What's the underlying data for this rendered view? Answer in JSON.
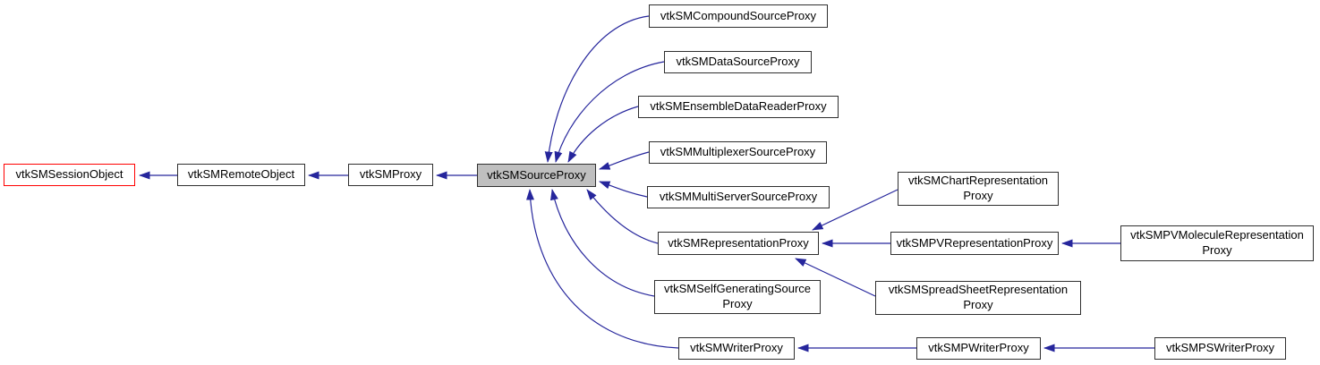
{
  "diagram": {
    "kind": "class-inheritance-graph",
    "focus_class": "vtkSMSourceProxy",
    "colors": {
      "background": "#ffffff",
      "edge": "#26269c",
      "node_border": "#2f2f2f",
      "node_fill": "#ffffff",
      "focus_node_fill": "#bfbfbf",
      "alert_node_border": "#ff0000",
      "text": "#000000"
    },
    "nodes": [
      {
        "id": "vtkSMSessionObject",
        "label": "vtkSMSessionObject",
        "style": "external"
      },
      {
        "id": "vtkSMRemoteObject",
        "label": "vtkSMRemoteObject",
        "style": "normal"
      },
      {
        "id": "vtkSMProxy",
        "label": "vtkSMProxy",
        "style": "normal"
      },
      {
        "id": "vtkSMSourceProxy",
        "label": "vtkSMSourceProxy",
        "style": "highlighted"
      },
      {
        "id": "vtkSMCompoundSourceProxy",
        "label": "vtkSMCompoundSourceProxy",
        "style": "normal"
      },
      {
        "id": "vtkSMDataSourceProxy",
        "label": "vtkSMDataSourceProxy",
        "style": "normal"
      },
      {
        "id": "vtkSMEnsembleDataReaderProxy",
        "label": "vtkSMEnsembleDataReaderProxy",
        "style": "normal"
      },
      {
        "id": "vtkSMMultiplexerSourceProxy",
        "label": "vtkSMMultiplexerSourceProxy",
        "style": "normal"
      },
      {
        "id": "vtkSMMultiServerSourceProxy",
        "label": "vtkSMMultiServerSourceProxy",
        "style": "normal"
      },
      {
        "id": "vtkSMRepresentationProxy",
        "label": "vtkSMRepresentationProxy",
        "style": "normal"
      },
      {
        "id": "vtkSMSelfGeneratingSourceProxy",
        "label": "vtkSMSelfGeneratingSource\nProxy",
        "style": "normal"
      },
      {
        "id": "vtkSMWriterProxy",
        "label": "vtkSMWriterProxy",
        "style": "normal"
      },
      {
        "id": "vtkSMChartRepresentationProxy",
        "label": "vtkSMChartRepresentation\nProxy",
        "style": "normal"
      },
      {
        "id": "vtkSMPVRepresentationProxy",
        "label": "vtkSMPVRepresentationProxy",
        "style": "normal"
      },
      {
        "id": "vtkSMSpreadSheetRepresentationProxy",
        "label": "vtkSMSpreadSheetRepresentation\nProxy",
        "style": "normal"
      },
      {
        "id": "vtkSMPVMoleculeRepresentationProxy",
        "label": "vtkSMPVMoleculeRepresentation\nProxy",
        "style": "normal"
      },
      {
        "id": "vtkSMPWriterProxy",
        "label": "vtkSMPWriterProxy",
        "style": "normal"
      },
      {
        "id": "vtkSMPSWriterProxy",
        "label": "vtkSMPSWriterProxy",
        "style": "normal"
      }
    ],
    "edges": [
      {
        "from": "vtkSMRemoteObject",
        "to": "vtkSMSessionObject"
      },
      {
        "from": "vtkSMProxy",
        "to": "vtkSMRemoteObject"
      },
      {
        "from": "vtkSMSourceProxy",
        "to": "vtkSMProxy"
      },
      {
        "from": "vtkSMCompoundSourceProxy",
        "to": "vtkSMSourceProxy"
      },
      {
        "from": "vtkSMDataSourceProxy",
        "to": "vtkSMSourceProxy"
      },
      {
        "from": "vtkSMEnsembleDataReaderProxy",
        "to": "vtkSMSourceProxy"
      },
      {
        "from": "vtkSMMultiplexerSourceProxy",
        "to": "vtkSMSourceProxy"
      },
      {
        "from": "vtkSMMultiServerSourceProxy",
        "to": "vtkSMSourceProxy"
      },
      {
        "from": "vtkSMRepresentationProxy",
        "to": "vtkSMSourceProxy"
      },
      {
        "from": "vtkSMSelfGeneratingSourceProxy",
        "to": "vtkSMSourceProxy"
      },
      {
        "from": "vtkSMWriterProxy",
        "to": "vtkSMSourceProxy"
      },
      {
        "from": "vtkSMChartRepresentationProxy",
        "to": "vtkSMRepresentationProxy"
      },
      {
        "from": "vtkSMPVRepresentationProxy",
        "to": "vtkSMRepresentationProxy"
      },
      {
        "from": "vtkSMSpreadSheetRepresentationProxy",
        "to": "vtkSMRepresentationProxy"
      },
      {
        "from": "vtkSMPVMoleculeRepresentationProxy",
        "to": "vtkSMPVRepresentationProxy"
      },
      {
        "from": "vtkSMPWriterProxy",
        "to": "vtkSMWriterProxy"
      },
      {
        "from": "vtkSMPSWriterProxy",
        "to": "vtkSMPWriterProxy"
      }
    ]
  }
}
